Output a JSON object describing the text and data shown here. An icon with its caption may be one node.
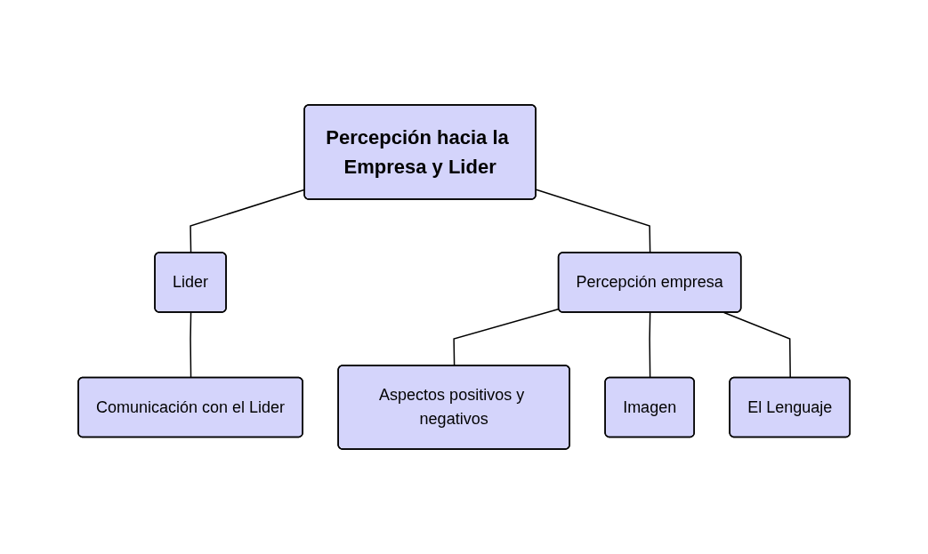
{
  "diagram": {
    "nodes": [
      {
        "text": [
          "Percepción hacia la Empresa y Lider"
        ]
      },
      {
        "text": [
          "Lider"
        ]
      },
      {
        "text": [
          "Percepción empresa"
        ]
      },
      {
        "text": [
          "Aspectos positivos y negativos"
        ]
      },
      {
        "text": [
          "Comunicación con el Lider"
        ]
      },
      {
        "text": [
          "Imagen"
        ]
      },
      {
        "text": [
          "El Lenguaje"
        ]
      }
    ],
    "edges": [
      {
        "from": 0,
        "to": 1,
        "arrow": "none"
      },
      {
        "from": 0,
        "to": 2,
        "arrow": "none"
      },
      {
        "from": 2,
        "to": 3,
        "arrow": "none"
      },
      {
        "from": 1,
        "to": 4,
        "arrow": "none"
      },
      {
        "from": 2,
        "to": 5,
        "arrow": "none"
      },
      {
        "from": 2,
        "to": 6,
        "arrow": "none"
      }
    ]
  }
}
